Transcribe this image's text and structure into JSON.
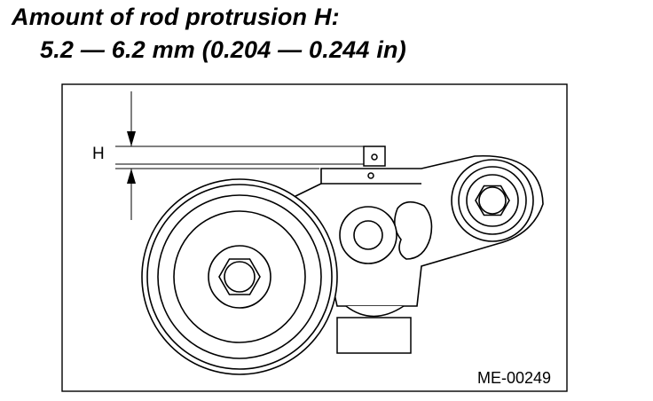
{
  "document": {
    "heading_line_1": "Amount of rod protrusion H:",
    "heading_line_2": "5.2 — 6.2 mm (0.204 — 0.244 in)"
  },
  "figure": {
    "dimension_label": "H",
    "figure_code": "ME-00249"
  }
}
